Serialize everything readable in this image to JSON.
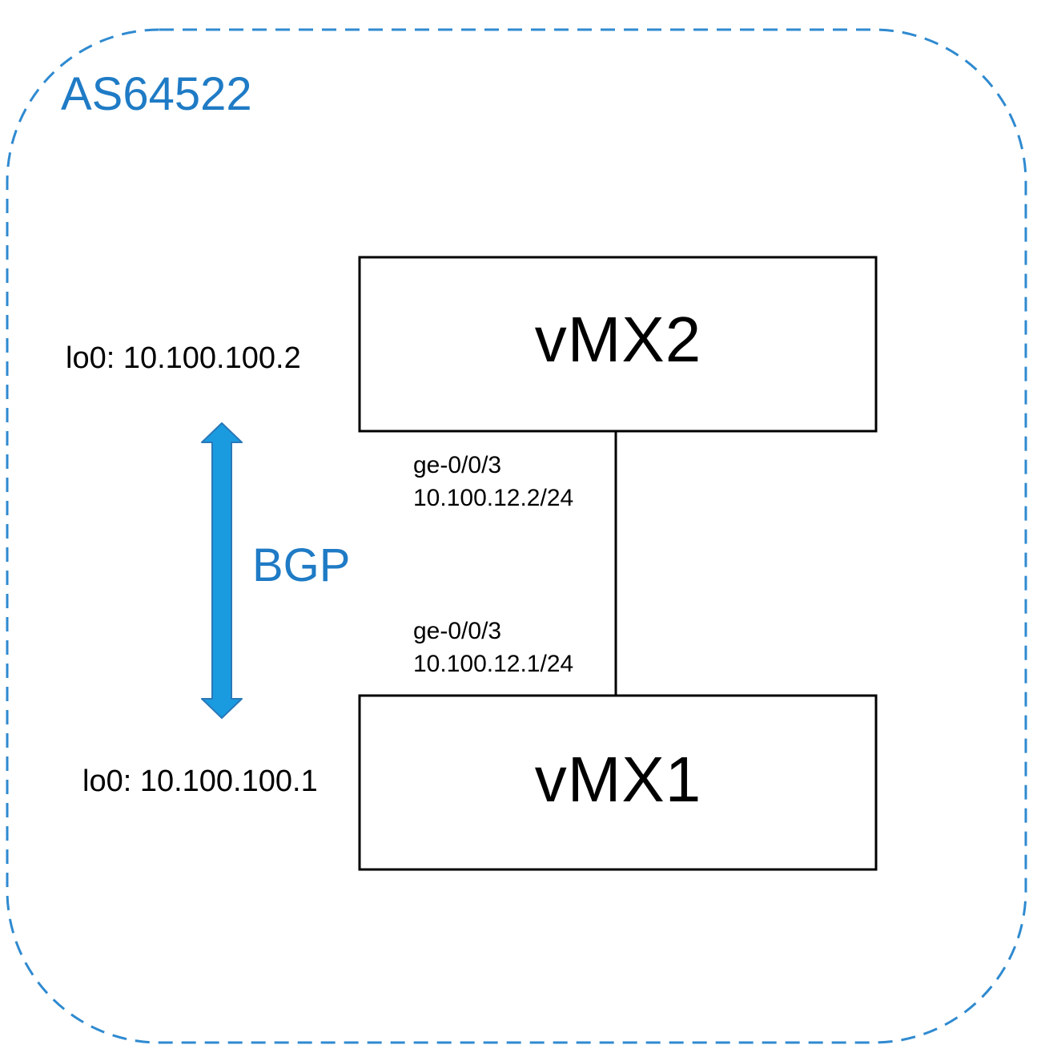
{
  "autonomous_system": {
    "label": "AS64522",
    "border_color": "#2f8ad0"
  },
  "routers": [
    {
      "name": "vMX2",
      "loopback": "lo0: 10.100.100.2",
      "interface": {
        "name": "ge-0/0/3",
        "address": "10.100.12.2/24"
      }
    },
    {
      "name": "vMX1",
      "loopback": "lo0: 10.100.100.1",
      "interface": {
        "name": "ge-0/0/3",
        "address": "10.100.12.1/24"
      }
    }
  ],
  "peering": {
    "protocol": "BGP",
    "arrow_color": "#1a9be0",
    "label_color": "#1f7bc5"
  },
  "link": {
    "color": "#000000"
  }
}
